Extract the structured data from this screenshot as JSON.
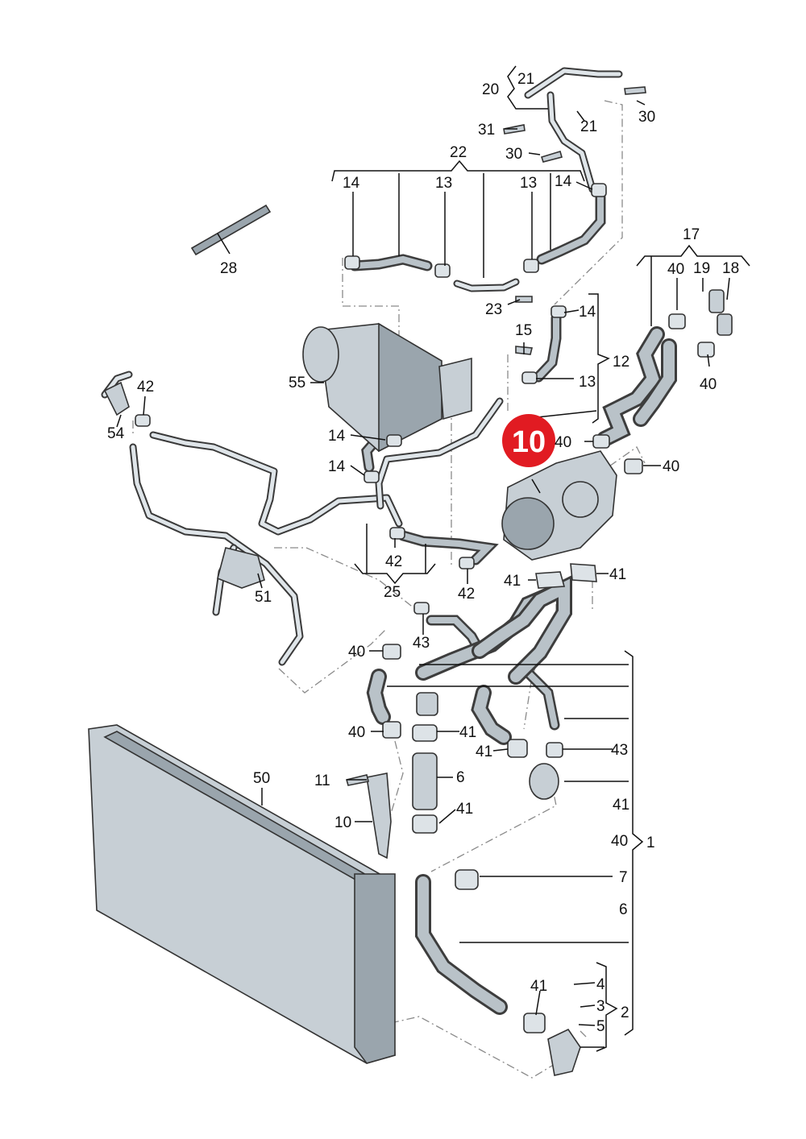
{
  "diagram": {
    "highlight_badge": {
      "label": "10",
      "color": "#e11b22"
    },
    "part_numbers": [
      "1",
      "2",
      "3",
      "4",
      "5",
      "6",
      "6",
      "7",
      "10",
      "11",
      "12",
      "13",
      "13",
      "13",
      "14",
      "14",
      "14",
      "14",
      "14",
      "15",
      "17",
      "18",
      "19",
      "20",
      "21",
      "21",
      "22",
      "23",
      "25",
      "28",
      "30",
      "30",
      "31",
      "40",
      "40",
      "40",
      "40",
      "40",
      "40",
      "40",
      "41",
      "41",
      "41",
      "41",
      "41",
      "41",
      "41",
      "42",
      "42",
      "42",
      "43",
      "43",
      "50",
      "51",
      "54",
      "55"
    ]
  }
}
